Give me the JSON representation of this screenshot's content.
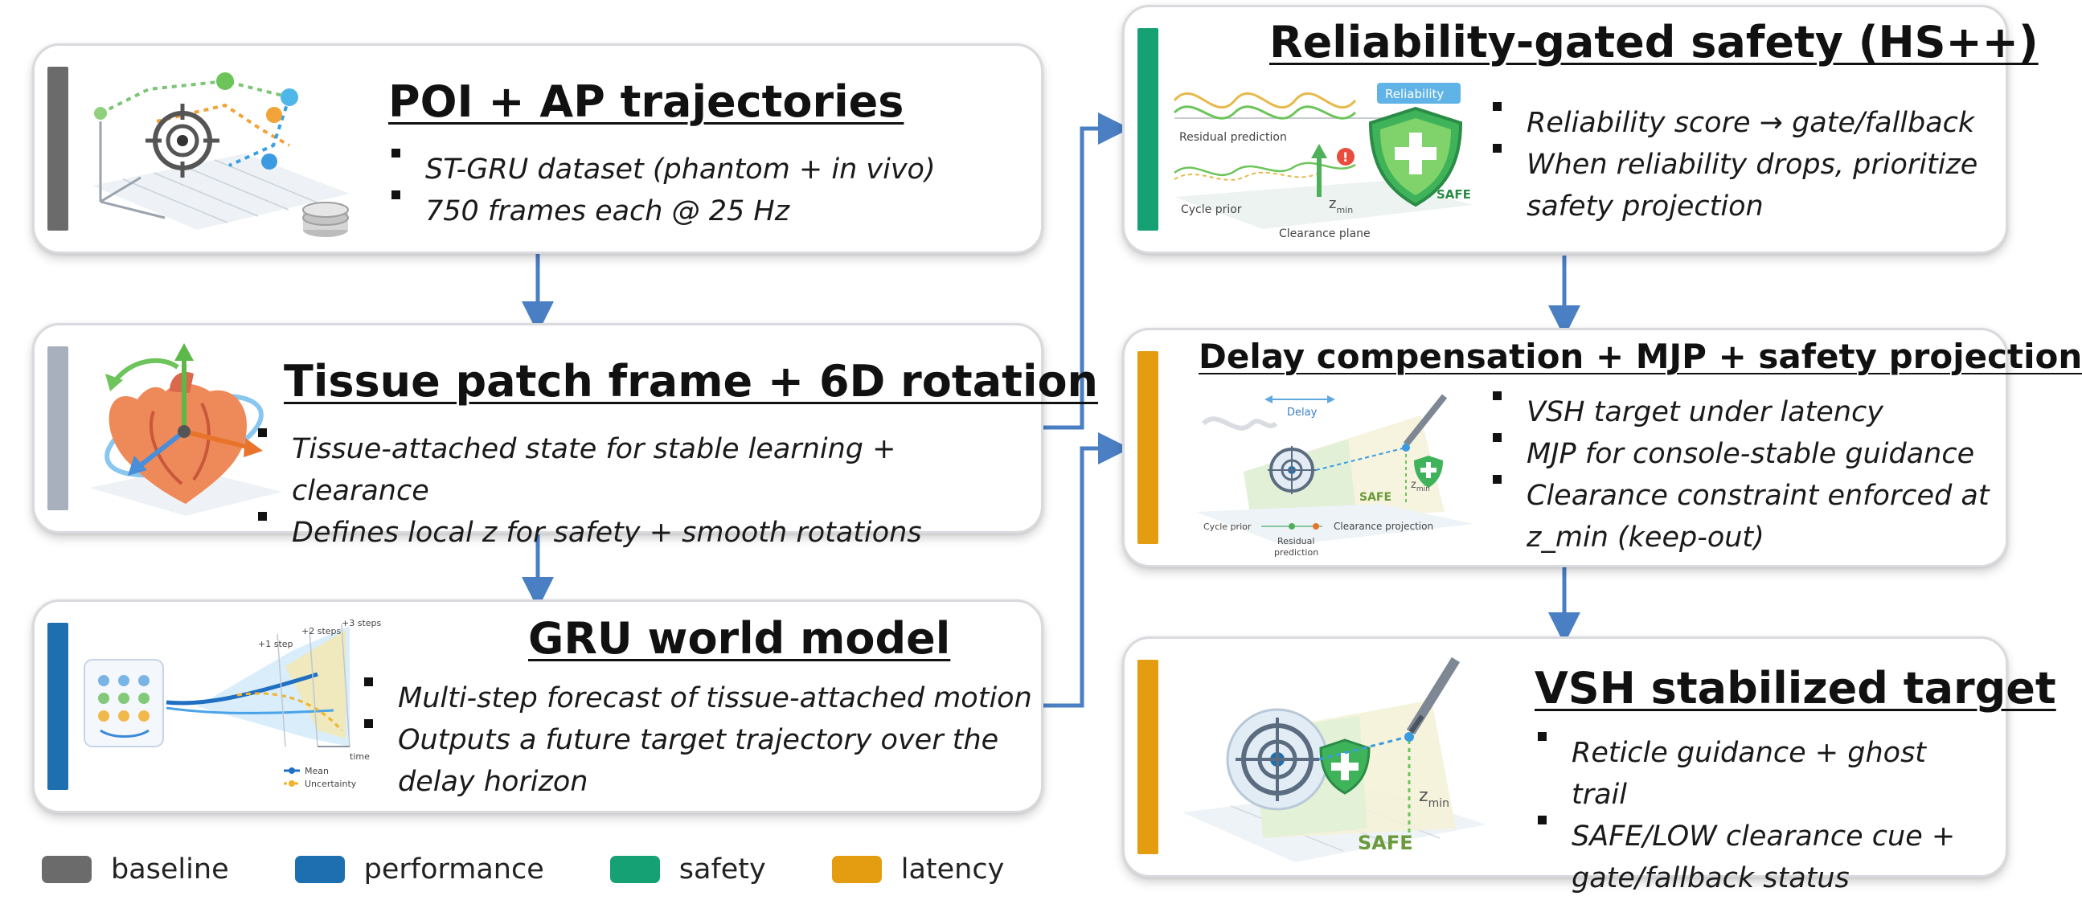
{
  "colors": {
    "baseline": "#6b6b6b",
    "tissue_accent": "#a9b0bd",
    "performance": "#1d6fb0",
    "safety": "#15a173",
    "latency": "#e49d10",
    "arrow": "#4a7fc4"
  },
  "cards": {
    "poi": {
      "title": "POI + AP trajectories",
      "bullets": [
        "ST-GRU dataset (phantom + in vivo)",
        "750 frames each @ 25 Hz"
      ]
    },
    "tissue": {
      "title": "Tissue patch frame + 6D rotation",
      "bullets": [
        "Tissue-attached state for stable learning + clearance",
        "Defines local z for safety + smooth rotations"
      ]
    },
    "gru": {
      "title": "GRU world model",
      "bullets": [
        "Multi-step forecast of tissue-attached motion",
        "Outputs a future target trajectory over the delay horizon"
      ],
      "illu": {
        "step1": "+1 step",
        "step2": "+2 steps",
        "step3": "+3 steps",
        "time": "time",
        "mean": "Mean",
        "uncertainty": "Uncertainty"
      }
    },
    "reliability": {
      "title": "Reliability-gated safety (HS++)",
      "bullets": [
        "Reliability score → gate/fallback",
        "When reliability drops, prioritize safety projection"
      ],
      "illu": {
        "badge": "Reliability",
        "residual": "Residual prediction",
        "cycle": "Cycle prior",
        "clearance": "Clearance plane",
        "safe": "SAFE",
        "zmin": "z",
        "zmin_sub": "min"
      }
    },
    "delay": {
      "title": "Delay compensation + MJP + safety projection",
      "bullets": [
        "VSH target under latency",
        "MJP for console-stable guidance",
        "Clearance constraint enforced at z_min (keep-out)"
      ],
      "illu": {
        "delay": "Delay",
        "safe": "SAFE",
        "cycle": "Cycle prior",
        "residual": "Residual",
        "residual2": "prediction",
        "projection": "Clearance projection",
        "zmin": "z",
        "zmin_sub": "min"
      }
    },
    "vsh": {
      "title": "VSH stabilized target",
      "bullets": [
        "Reticle guidance + ghost trail",
        "SAFE/LOW clearance cue + gate/fallback status"
      ],
      "illu": {
        "safe": "SAFE",
        "zmin": "z",
        "zmin_sub": "min"
      }
    }
  },
  "legend": [
    {
      "label": "baseline",
      "color": "#6b6b6b"
    },
    {
      "label": "performance",
      "color": "#1d6fb0"
    },
    {
      "label": "safety",
      "color": "#15a173"
    },
    {
      "label": "latency",
      "color": "#e49d10"
    }
  ]
}
